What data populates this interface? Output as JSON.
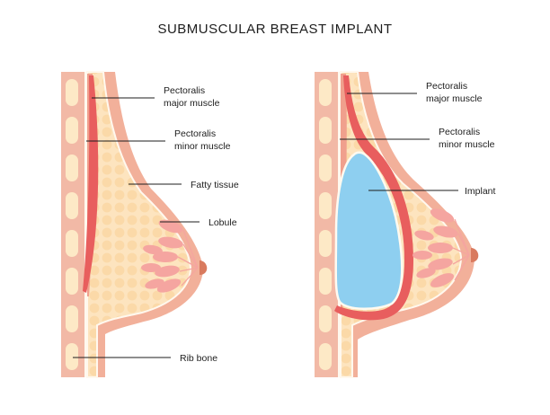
{
  "title": "SUBMUSCULAR BREAST IMPLANT",
  "left_panel": {
    "labels": {
      "pectoralis_major": [
        "Pectoralis",
        "major muscle"
      ],
      "pectoralis_minor": [
        "Pectoralis",
        "minor muscle"
      ],
      "fatty_tissue": "Fatty tissue",
      "lobule": "Lobule",
      "rib_bone": "Rib bone"
    }
  },
  "right_panel": {
    "labels": {
      "pectoralis_major": [
        "Pectoralis",
        "major muscle"
      ],
      "pectoralis_minor": [
        "Pectoralis",
        "minor muscle"
      ],
      "implant": "Implant"
    }
  },
  "colors": {
    "rib_column": "#f2b9a6",
    "rib_bone": "#fde9c6",
    "skin": "#f2b09a",
    "fat": "#fde4bf",
    "fat_dot": "#fbd9a8",
    "muscle_major": "#e85e5e",
    "muscle_minor": "#f0a08d",
    "lobule": "#f5a5a0",
    "nipple": "#d97a5e",
    "implant": "#8ecff0",
    "implant_outline": "#fffaf0"
  }
}
